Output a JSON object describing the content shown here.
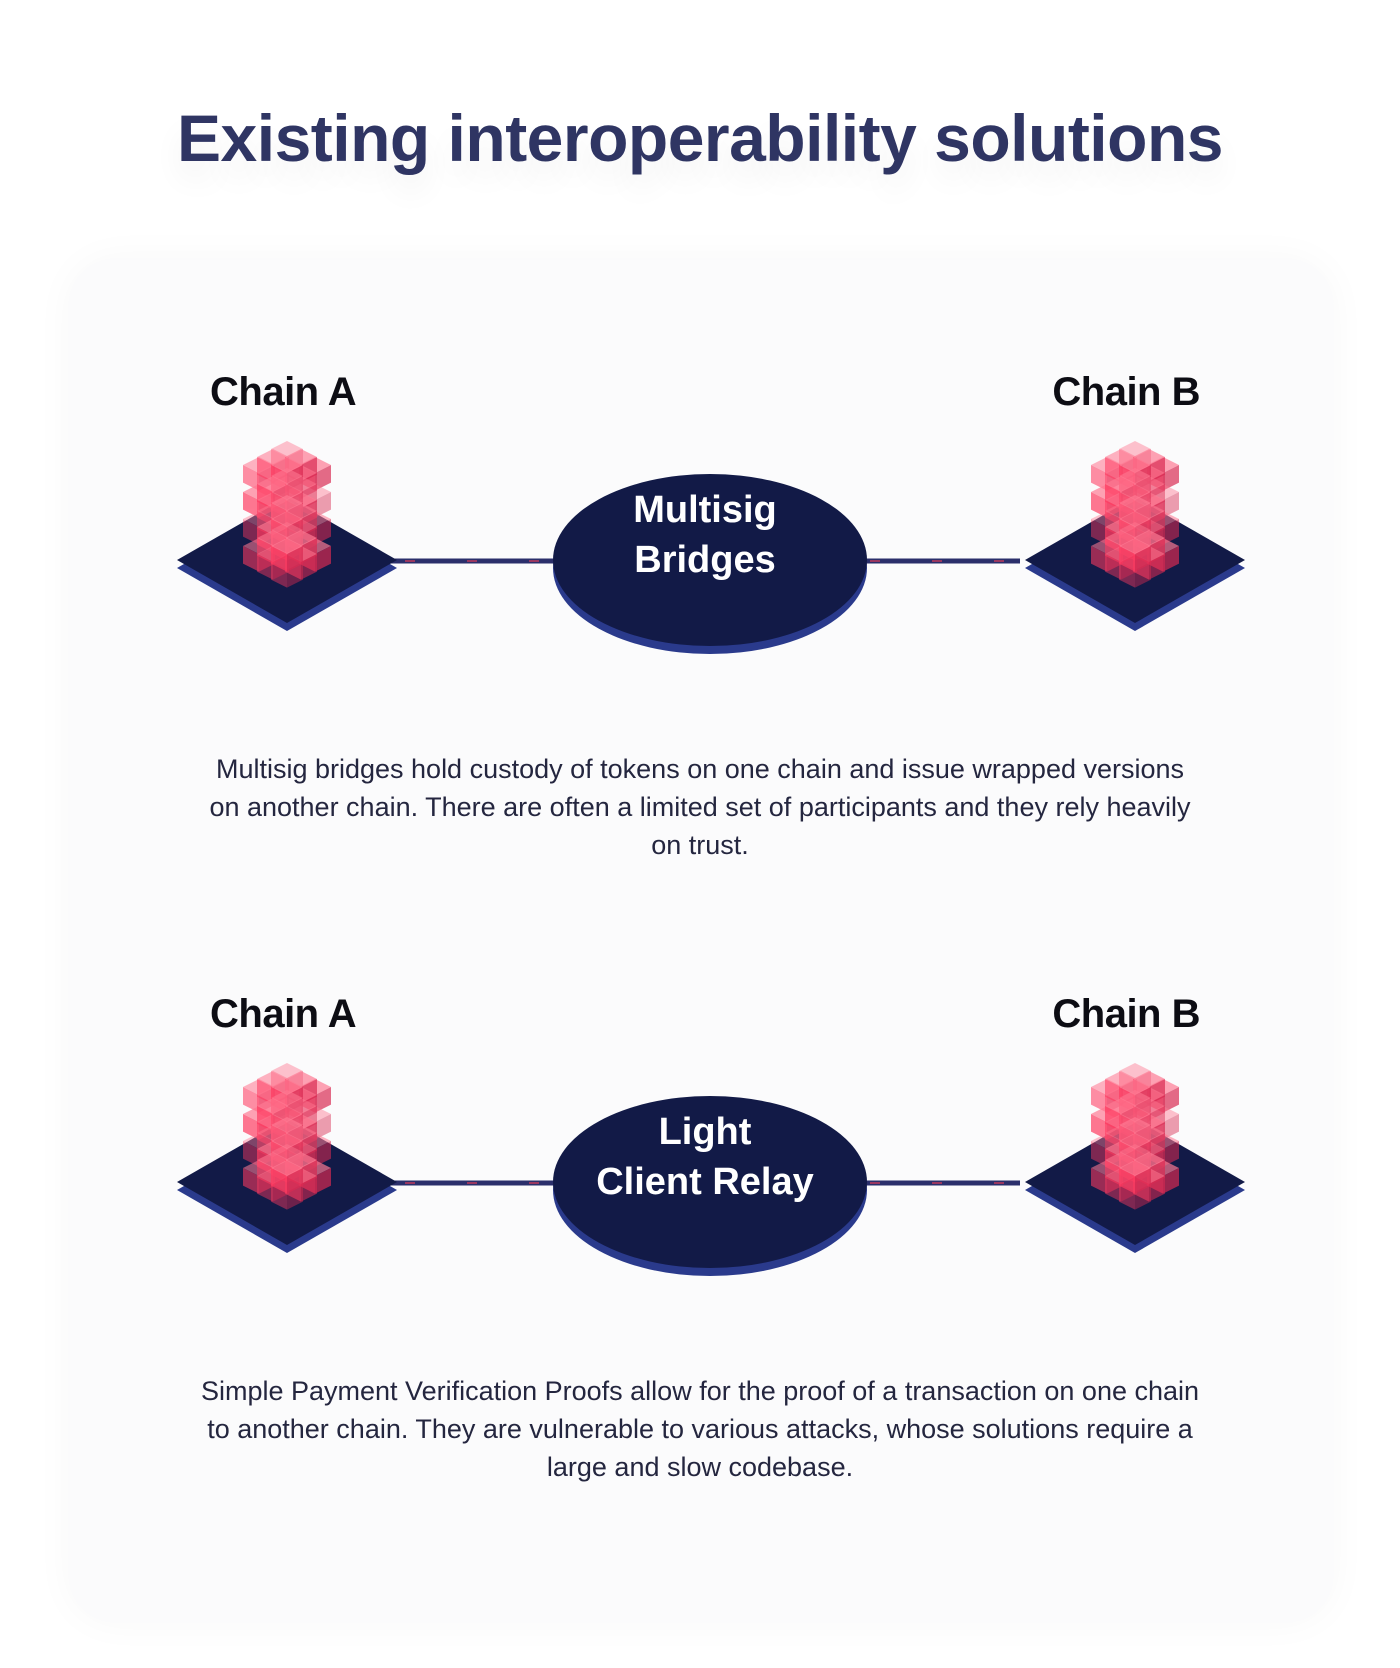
{
  "title": "Existing interoperability solutions",
  "sections": [
    {
      "chain_a": "Chain A",
      "chain_b": "Chain B",
      "center_label": "Multisig\nBridges",
      "description": "Multisig bridges hold custody of tokens on one chain and issue wrapped versions on another chain. There are often a limited set of participants and they rely heavily on trust."
    },
    {
      "chain_a": "Chain A",
      "chain_b": "Chain B",
      "center_label": "Light\nClient Relay",
      "description": "Simple Payment Verification Proofs allow for the proof of a transaction on one chain to another chain. They are vulnerable to various attacks, whose solutions require a large and slow codebase."
    }
  ],
  "colors": {
    "title": "#2f3563",
    "node_navy": "#121a47",
    "node_edge": "#2a3a8c",
    "cube_pink": "#ff3b61",
    "text": "#24263f"
  }
}
